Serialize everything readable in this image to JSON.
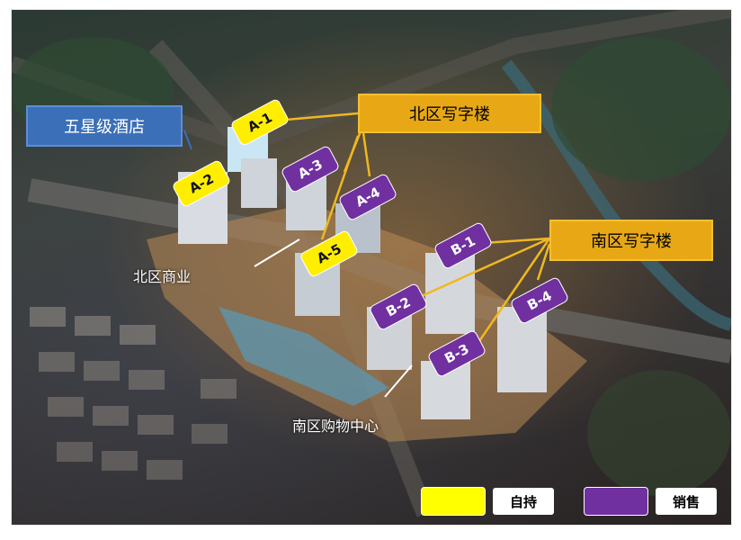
{
  "callouts": {
    "hotel": "五星级酒店",
    "north_office": "北区写字楼",
    "south_office": "南区写字楼"
  },
  "areas": {
    "north_commercial": "北区商业",
    "south_mall": "南区购物中心"
  },
  "tags": {
    "a1": "A-1",
    "a2": "A-2",
    "a3": "A-3",
    "a4": "A-4",
    "a5": "A-5",
    "b1": "B-1",
    "b2": "B-2",
    "b3": "B-3",
    "b4": "B-4"
  },
  "legend": {
    "self_held": "自持",
    "for_sale": "销售",
    "self_held_color": "#ffff00",
    "for_sale_color": "#7030a0"
  },
  "colors": {
    "yellow_tag": "#ffee00",
    "purple_tag": "#7030a0",
    "gold_callout": "#e8a815",
    "blue_callout": "#3b6fb8"
  }
}
